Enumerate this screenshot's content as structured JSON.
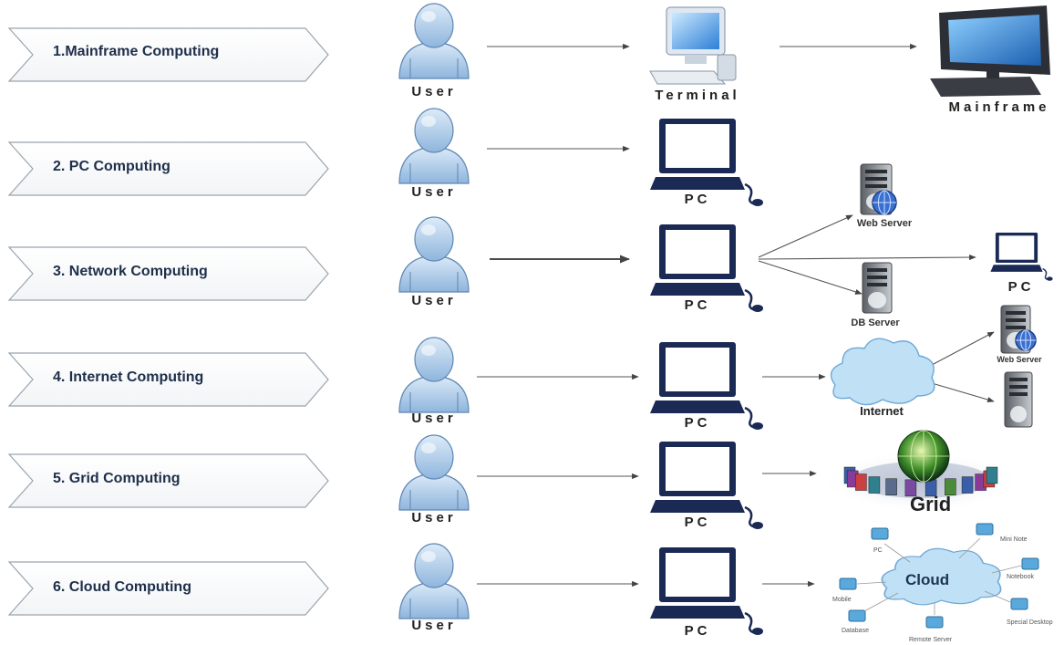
{
  "stages": [
    {
      "label": "1.Mainframe Computing"
    },
    {
      "label": "2. PC  Computing"
    },
    {
      "label": "3. Network Computing"
    },
    {
      "label": "4. Internet Computing"
    },
    {
      "label": "5. Grid Computing"
    },
    {
      "label": "6. Cloud Computing"
    }
  ],
  "user_label": "User",
  "terminal_label": "Terminal",
  "mainframe_label": "Mainframe",
  "pc_label": "PC",
  "web_server_label": "Web Server",
  "db_server_label": "DB Server",
  "internet_label": "Internet",
  "grid_label": "Grid",
  "cloud": {
    "label": "Cloud",
    "nodes": [
      "PC",
      "Mini Note",
      "Notebook",
      "Special Desktop",
      "Remote Server",
      "Database",
      "Mobile"
    ]
  },
  "colors": {
    "user_fill": "#a9c9e8",
    "user_stroke": "#5d86b3",
    "chevron_stroke": "#9aa4ad",
    "label_text": "#1e2f4a",
    "arrow": "#555555",
    "screen": "#ffffff",
    "device": "#1b2a55",
    "cloud_fill": "#bfe0f5"
  },
  "icons": [
    "user-icon",
    "terminal-icon",
    "mainframe-icon",
    "pc-icon",
    "server-icon",
    "cloud-icon",
    "globe-icon"
  ]
}
